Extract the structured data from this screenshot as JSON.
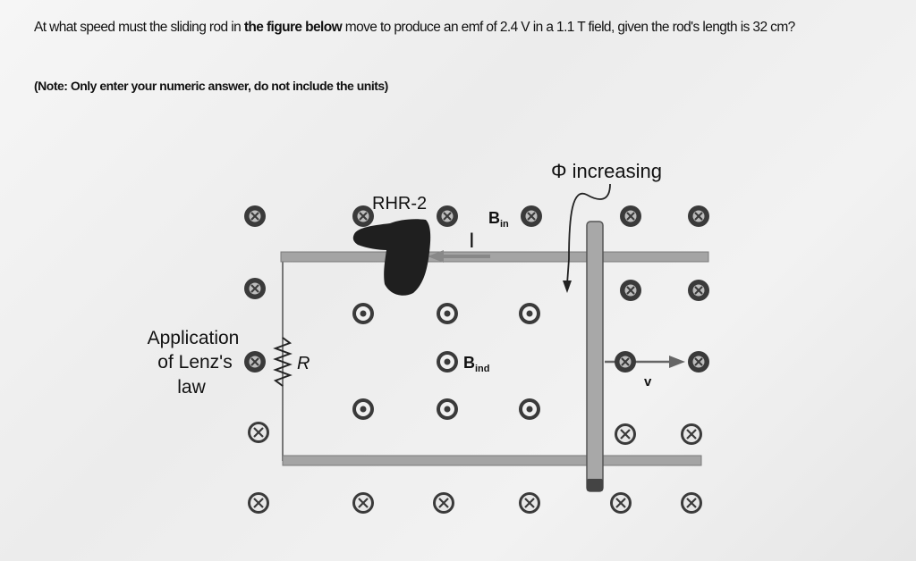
{
  "question": {
    "part1": "At what speed must the sliding rod in ",
    "bold": "the figure below",
    "part2": " move to produce an emf of 2.4 V in a 1.1 T field, given the rod's length is 32 cm?"
  },
  "note": "(Note: Only enter your numeric answer, do not include the units)",
  "figure": {
    "phi_label": "Φ increasing",
    "rhr_label": "RHR-2",
    "current_label": "I",
    "b_in_main": "B",
    "b_in_sub": "in",
    "b_ind_main": "B",
    "b_ind_sub": "ind",
    "resistor_label": "R",
    "velocity_label": "v",
    "lenz_line1": "Application",
    "lenz_line2": "of Lenz's",
    "lenz_line3": "law"
  },
  "colors": {
    "rail": "#9a9a9a",
    "symbol_dark": "#3a3a3a",
    "symbol_light": "#ffffff"
  }
}
